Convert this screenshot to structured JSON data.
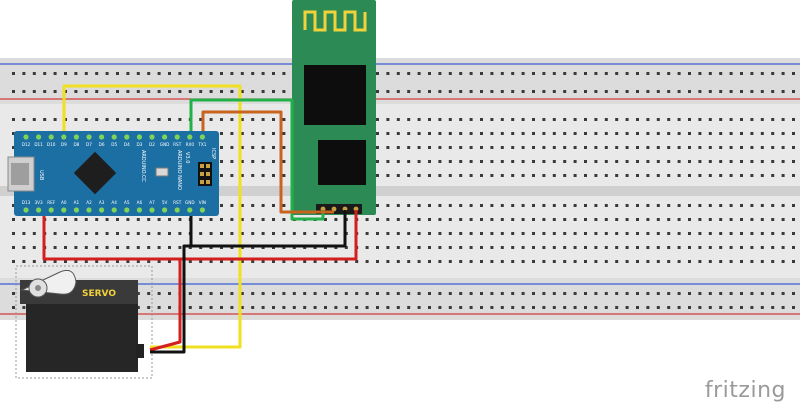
{
  "watermark": "fritzing",
  "breadboard": {
    "rail_colors": {
      "positive": "#d23a3a",
      "negative": "#3a5bd2"
    },
    "body_color": "#e9e9e9",
    "hole_color": "#3a3a3a"
  },
  "arduino": {
    "board_color": "#1c6fa3",
    "brand": "ARDUINO.CC",
    "model": "ARDUINO NANO",
    "version": "V3.0",
    "icsp": "ICSP",
    "usb_label": "USB",
    "top_pins": [
      "D12",
      "D11",
      "D10",
      "D9",
      "D8",
      "D7",
      "D6",
      "D5",
      "D4",
      "D3",
      "D2",
      "GND",
      "RST",
      "RX0",
      "TX1"
    ],
    "bottom_pins": [
      "D13",
      "3V3",
      "REF",
      "A0",
      "A1",
      "A2",
      "A3",
      "A4",
      "A5",
      "A6",
      "A7",
      "5V",
      "RST",
      "GND",
      "VIN"
    ]
  },
  "bluetooth": {
    "board_color": "#2c8a55",
    "antenna_color": "#f2d23a"
  },
  "servo": {
    "label": "SERVO",
    "label_color": "#f2d23a",
    "body_color": "#262626"
  },
  "wires": {
    "yellow": "#f0e020",
    "green": "#22b04a",
    "orange": "#c8641e",
    "black": "#111111",
    "red": "#d41f1f"
  }
}
